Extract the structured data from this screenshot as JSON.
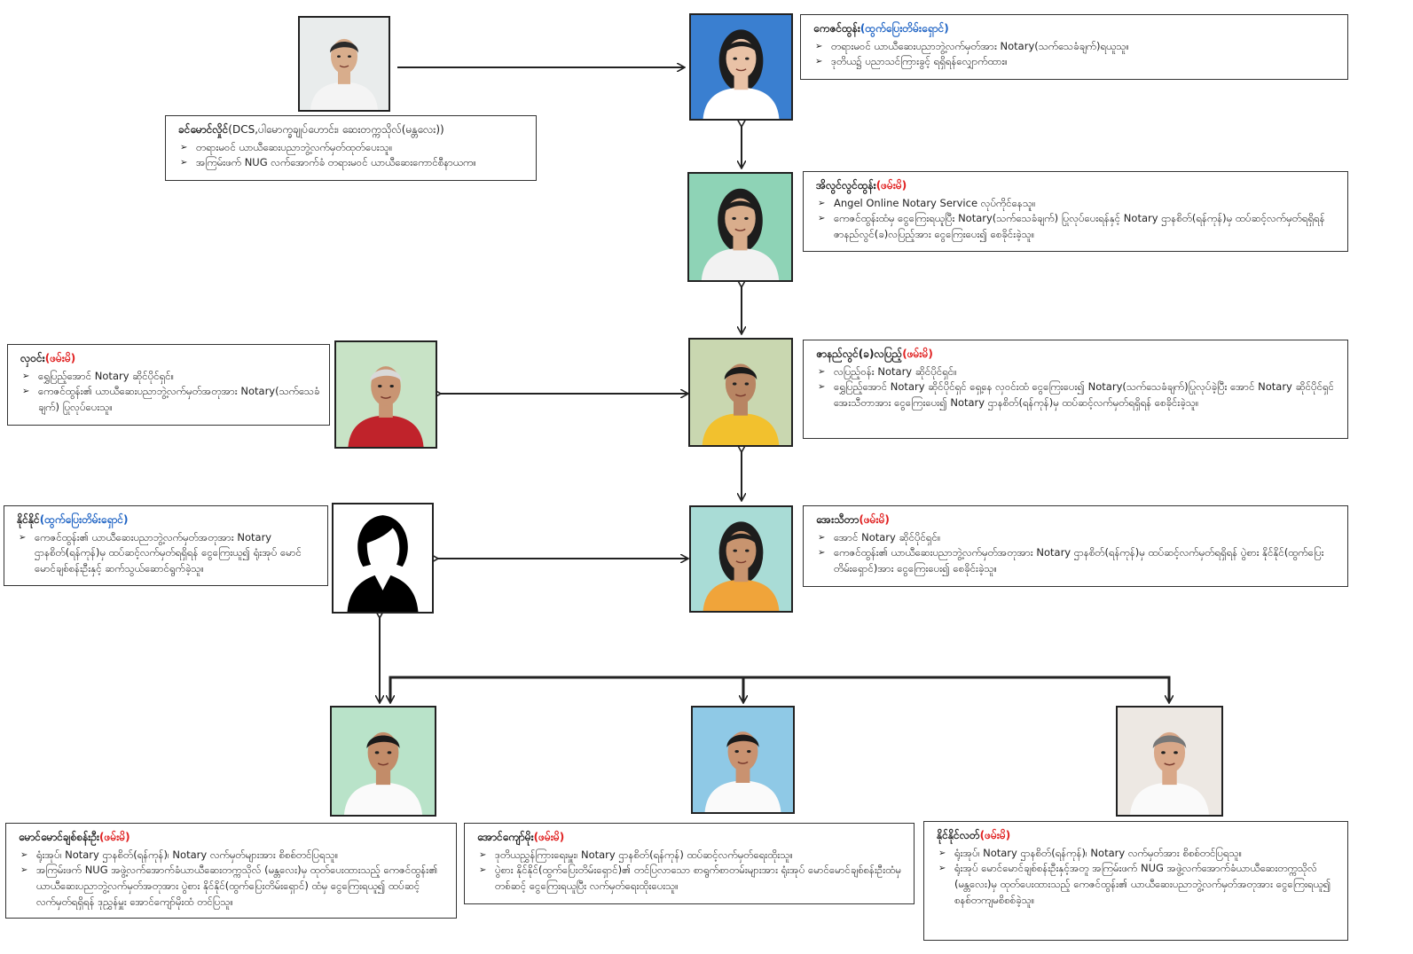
{
  "colors": {
    "status_red": "#e02020",
    "status_blue": "#1e63c4",
    "line": "#222222"
  },
  "nodes": [
    {
      "key": "khin_maung_hlaing",
      "title": "ခင်မောင်လှိုင်",
      "title_suffix": "(DCS,ပါမောက္ခချုပ်ဟောင်း၊ ဆေးတက္ကသိုလ်(မန္တလေး))",
      "status": "",
      "status_color": "",
      "bullets": [
        "တရားမဝင် ယာယီဆေးပညာဘွဲ့လက်မှတ်ထုတ်ပေးသူ။",
        "အကြမ်းဖက် NUG လက်အောက်ခံ တရားမဝင် ယာယီဆေးကောင်စီနာယက။"
      ],
      "photo_icon": "man-portrait-icon",
      "photo_bg": "#e9ecec",
      "shirt": "#f4f4f4",
      "skin": "#d8ad8c",
      "hair": "#2a2a2a"
    },
    {
      "key": "kay_zin_htun",
      "title": "ကေဇင်ထွန်း",
      "title_suffix": "",
      "status": "(ထွက်ပြေးတိမ်းရှောင်)",
      "status_color": "#1e63c4",
      "bullets": [
        "တရားမဝင် ယာယီဆေးပညာဘွဲ့လက်မှတ်အား Notary(သက်သေခံချက်)ရယူသူ။",
        "ဒုတိယ၌ ပညာသင်ကြားခွင့် ရရှိရန်လျှောက်ထား။"
      ],
      "photo_icon": "woman-portrait-icon",
      "photo_bg": "#3a7fd0",
      "shirt": "#ffffff",
      "skin": "#e9c2a6",
      "hair": "#1d1d1d"
    },
    {
      "key": "ei_lwin_lwin_htun",
      "title": "အိလွင်လွင်ထွန်း",
      "title_suffix": "",
      "status": "(ဖမ်းမိ)",
      "status_color": "#e02020",
      "bullets": [
        "Angel Online Notary Service လုပ်ကိုင်နေသူ။",
        "ကေဇင်ထွန်းထံမှ ငွေကြေးရယူပြီး Notary(သက်သေခံချက်) ပြုလုပ်ပေးရန်နှင့် Notary ဌာနစိတ်(ရန်ကုန်)မှ ထပ်ဆင့်လက်မှတ်ရရှိရန် ဇာနည်လွင်(ခ)လပြည့်အား ငွေကြေးပေး၍ စေခိုင်းခဲ့သူ။"
      ],
      "photo_icon": "woman-portrait-icon",
      "photo_bg": "#8ed3b6",
      "shirt": "#f2f2f2",
      "skin": "#d9ad8c",
      "hair": "#1d1d1d"
    },
    {
      "key": "zaw_nyi_lwin",
      "title": "ဇာနည်လွင်(ခ)လပြည့်",
      "title_suffix": "",
      "status": "(ဖမ်းမိ)",
      "status_color": "#e02020",
      "bullets": [
        "လပြည့်ဝန်း Notary ဆိုင်ပိုင်ရှင်။",
        "ရွှေပြည့်အောင် Notary ဆိုင်ပိုင်ရှင် ရှေ့နေ လှဝင်းထံ ငွေကြေးပေး၍ Notary(သက်သေခံချက်)ပြုလုပ်ခဲ့ပြီး အောင် Notary ဆိုင်ပိုင်ရှင် အေးသီတာအား ငွေကြေးပေး၍ Notary ဌာနစိတ်(ရန်ကုန်)မှ ထပ်ဆင့်လက်မှတ်ရရှိရန် စေခိုင်းခဲ့သူ။"
      ],
      "photo_icon": "man-portrait-icon",
      "photo_bg": "#c9d7b0",
      "shirt": "#f2c12e",
      "skin": "#b88563",
      "hair": "#1a1a1a"
    },
    {
      "key": "hla_win",
      "title": "လှဝင်း",
      "title_suffix": "",
      "status": "(ဖမ်းမိ)",
      "status_color": "#e02020",
      "bullets": [
        "ရွှေပြည့်အောင် Notary ဆိုင်ပိုင်ရှင်။",
        "ကေဇင်ထွန်း၏ ယာယီဆေးပညာဘွဲ့လက်မှတ်အတုအား Notary(သက်သေခံချက်) ပြုလုပ်ပေးသူ။"
      ],
      "photo_icon": "man-portrait-icon",
      "photo_bg": "#c8e3c6",
      "shirt": "#c0232b",
      "skin": "#c99573",
      "hair": "#d9d9d9"
    },
    {
      "key": "aye_thida",
      "title": "အေးသီတာ",
      "title_suffix": "",
      "status": "(ဖမ်းမိ)",
      "status_color": "#e02020",
      "bullets": [
        "အောင် Notary ဆိုင်ပိုင်ရှင်။",
        "ကေဇင်ထွန်း၏ ယာယီဆေးပညာဘွဲ့လက်မှတ်အတုအား Notary ဌာနစိတ်(ရန်ကုန်)မှ ထပ်ဆင့်လက်မှတ်ရရှိရန် ပွဲစား နိုင်နိုင်(ထွက်ပြေးတိမ်းရှောင်)အား ငွေကြေးပေး၍ စေခိုင်းခဲ့သူ။"
      ],
      "photo_icon": "woman-portrait-icon",
      "photo_bg": "#a9dcd6",
      "shirt": "#f0a43a",
      "skin": "#c8946f",
      "hair": "#1d1d1d"
    },
    {
      "key": "naing_naing",
      "title": "နိုင်နိုင်",
      "title_suffix": "",
      "status": "(ထွက်ပြေးတိမ်းရှောင်)",
      "status_color": "#1e63c4",
      "bullets": [
        "ကေဇင်ထွန်း၏ ယာယီဆေးပညာဘွဲ့လက်မှတ်အတုအား Notary ဌာနစိတ်(ရန်ကုန်)မှ ထပ်ဆင့်လက်မှတ်ရရှိရန် ငွေကြေးယူ၍ ရုံးအုပ် မောင်မောင်ချစ်စန်းဦးနှင့် ဆက်သွယ်ဆောင်ရွက်ခဲ့သူ။"
      ],
      "photo_icon": "woman-silhouette-icon",
      "photo_bg": "#ffffff",
      "shirt": "#000000",
      "skin": "#ffffff",
      "hair": "#000000"
    },
    {
      "key": "maung_maung_chit_san_oo",
      "title": "မောင်မောင်ချစ်စန်းဦး",
      "title_suffix": "",
      "status": "(ဖမ်းမိ)",
      "status_color": "#e02020",
      "bullets": [
        "ရုံးအုပ်၊ Notary ဌာနစိတ်(ရန်ကုန်)၊ Notary လက်မှတ်များအား စိစစ်တင်ပြရသူ။",
        "အကြမ်းဖက် NUG အဖွဲ့လက်အောက်ခံယာယီဆေးတက္ကသိုလ် (မန္တလေး)မှ ထုတ်ပေးထားသည့် ကေဇင်ထွန်း၏ ယာယီဆေးပညာဘွဲ့လက်မှတ်အတုအား ပွဲစား နိုင်နိုင်(ထွက်ပြေးတိမ်းရှောင်) ထံမှ ငွေကြေးရယူ၍ ထပ်ဆင့်လက်မှတ်ရရှိရန် ဒုညွှန်မှူး အောင်ကျော်မိုးထံ တင်ပြသူ။"
      ],
      "photo_icon": "man-portrait-icon",
      "photo_bg": "#b9e3c9",
      "shirt": "#fafafa",
      "skin": "#c28c69",
      "hair": "#1a1a1a"
    },
    {
      "key": "aung_kyaw_moe",
      "title": "အောင်ကျော်မိုး",
      "title_suffix": "",
      "status": "(ဖမ်းမိ)",
      "status_color": "#e02020",
      "bullets": [
        "ဒုတိယညွှန်ကြားရေးမှူး၊ Notary ဌာနစိတ်(ရန်ကုန်) ထပ်ဆင့်လက်မှတ်ရေးထိုးသူ။",
        "ပွဲစား နိုင်နိုင်(ထွက်ပြေးတိမ်းရှောင်)၏ တင်ပြလာသော စာရွက်စာတမ်းများအား ရုံးအုပ် မောင်မောင်ချစ်စန်းဦးထံမှတစ်ဆင့် ငွေကြေးရယူပြီး လက်မှတ်ရေးထိုးပေးသူ။"
      ],
      "photo_icon": "man-portrait-icon",
      "photo_bg": "#8fc9e6",
      "shirt": "#fafafa",
      "skin": "#c99270",
      "hair": "#1a1a1a"
    },
    {
      "key": "naing_naing_latt",
      "title": "နိုင်နိုင်လတ်",
      "title_suffix": "",
      "status": "(ဖမ်းမိ)",
      "status_color": "#e02020",
      "bullets": [
        "ရုံးအုပ်၊ Notary ဌာနစိတ်(ရန်ကုန်)၊ Notary လက်မှတ်အား စိစစ်တင်ပြရသူ။",
        "ရုံးအုပ် မောင်မောင်ချစ်စန်းဦးနှင့်အတူ အကြမ်းဖက် NUG အဖွဲ့လက်အောက်ခံယာယီဆေးတက္ကသိုလ် (မန္တလေး)မှ ထုတ်ပေးထားသည့် ကေဇင်ထွန်း၏ ယာယီဆေးပညာဘွဲ့လက်မှတ်အတုအား ငွေကြေးရယူ၍ စနစ်တကျမစိစစ်ခဲ့သူ။"
      ],
      "photo_icon": "man-portrait-icon",
      "photo_bg": "#ede8e3",
      "shirt": "#fafafa",
      "skin": "#d9a889",
      "hair": "#777777"
    }
  ]
}
